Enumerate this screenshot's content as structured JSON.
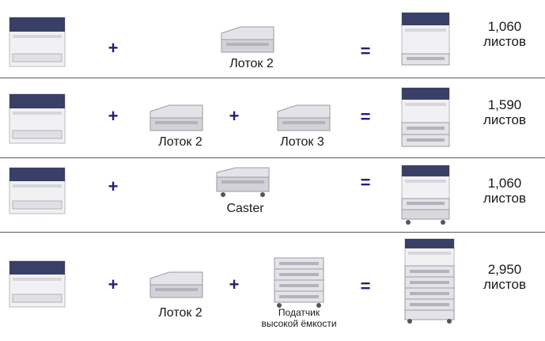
{
  "operators": {
    "plus": "+",
    "equals": "="
  },
  "rows": [
    {
      "tray_labels": [
        "Лоток 2"
      ],
      "sheet_count": "1,060",
      "sheet_unit": "листов"
    },
    {
      "tray_labels": [
        "Лоток 2",
        "Лоток 3"
      ],
      "sheet_count": "1,590",
      "sheet_unit": "листов"
    },
    {
      "tray_labels": [
        "Caster"
      ],
      "sheet_count": "1,060",
      "sheet_unit": "листов"
    },
    {
      "tray_labels": [
        "Лоток 2",
        "Податчик",
        "высокой ёмкости"
      ],
      "sheet_count": "2,950",
      "sheet_unit": "листов"
    }
  ],
  "colors": {
    "operator": "#241d7a",
    "printer_top": "#3a3f66",
    "divider": "#5a5a5a"
  }
}
